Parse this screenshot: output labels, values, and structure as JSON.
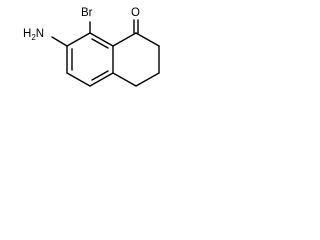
{
  "molecule": {
    "atoms": {
      "bromine": "Br",
      "oxygen": "O",
      "amine_h": "H",
      "amine_h_count": "2",
      "amine_n": "N"
    }
  }
}
